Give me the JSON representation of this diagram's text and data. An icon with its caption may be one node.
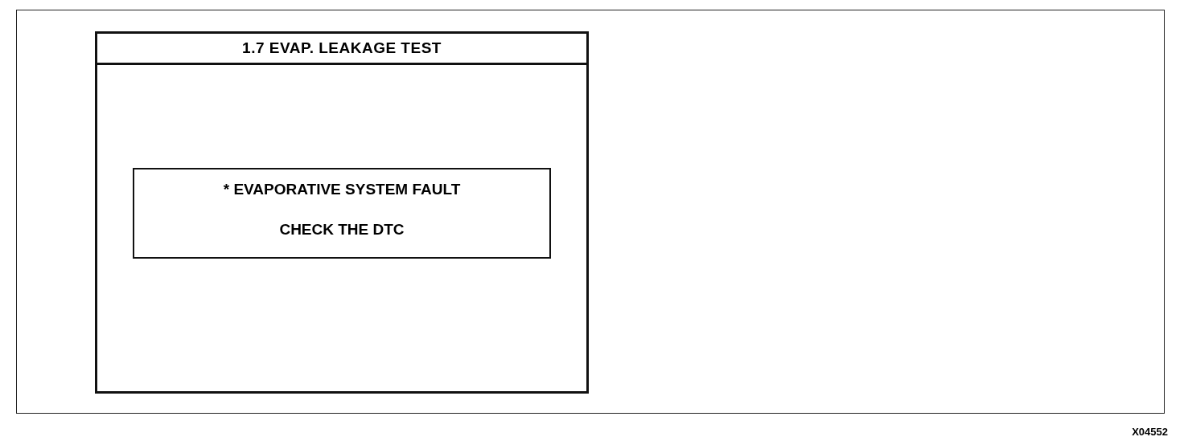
{
  "diagram": {
    "nodes": [
      {
        "text": [
          "1.7 EVAP. LEAKAGE TEST"
        ]
      },
      {
        "text": [
          "* EVAPORATIVE SYSTEM FAULT",
          "CHECK THE DTC"
        ],
        "in": 0
      }
    ],
    "labels": [
      "X04552"
    ]
  }
}
